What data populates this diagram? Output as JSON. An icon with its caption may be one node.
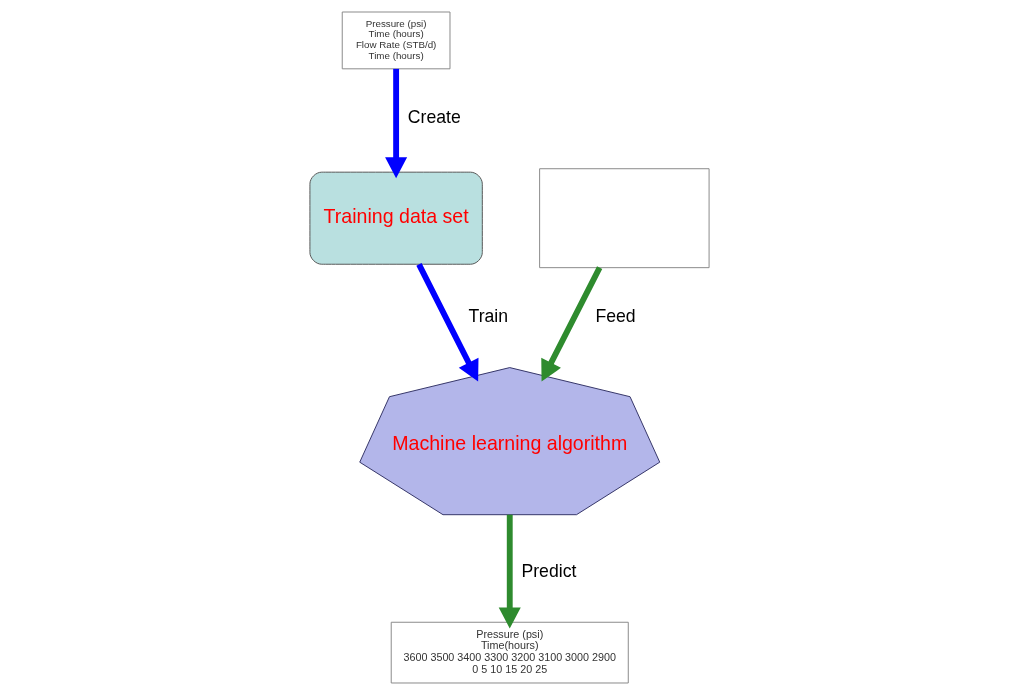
{
  "diagram": {
    "nodes": [
      {
        "text": [
          "Pressure (psi)",
          "Time (hours)",
          "Flow Rate (STB/d)",
          "Time (hours)"
        ]
      },
      {
        "text": [
          "Training data set"
        ]
      },
      {
        "text": [
          "Machine learning algorithm"
        ]
      },
      {
        "text": [],
        "shape": "box"
      },
      {
        "text": [
          "Pressure (psi)",
          "Time(hours)",
          "3600 3500 3400 3300 3200 3100 3000 2900",
          "0 5 10 15 20 25"
        ]
      }
    ],
    "edges": [
      {
        "from": 0,
        "to": 1,
        "arrow": "to",
        "label": "Create",
        "color": "#0000ff"
      },
      {
        "from": 1,
        "to": 2,
        "arrow": "to",
        "label": "Train",
        "color": "#0000ff"
      },
      {
        "from": 3,
        "to": 2,
        "arrow": "to",
        "label": "Feed",
        "color": "#2e8b2e"
      },
      {
        "from": 2,
        "to": 4,
        "arrow": "to",
        "label": "Predict",
        "color": "#2e8b2e"
      }
    ]
  }
}
